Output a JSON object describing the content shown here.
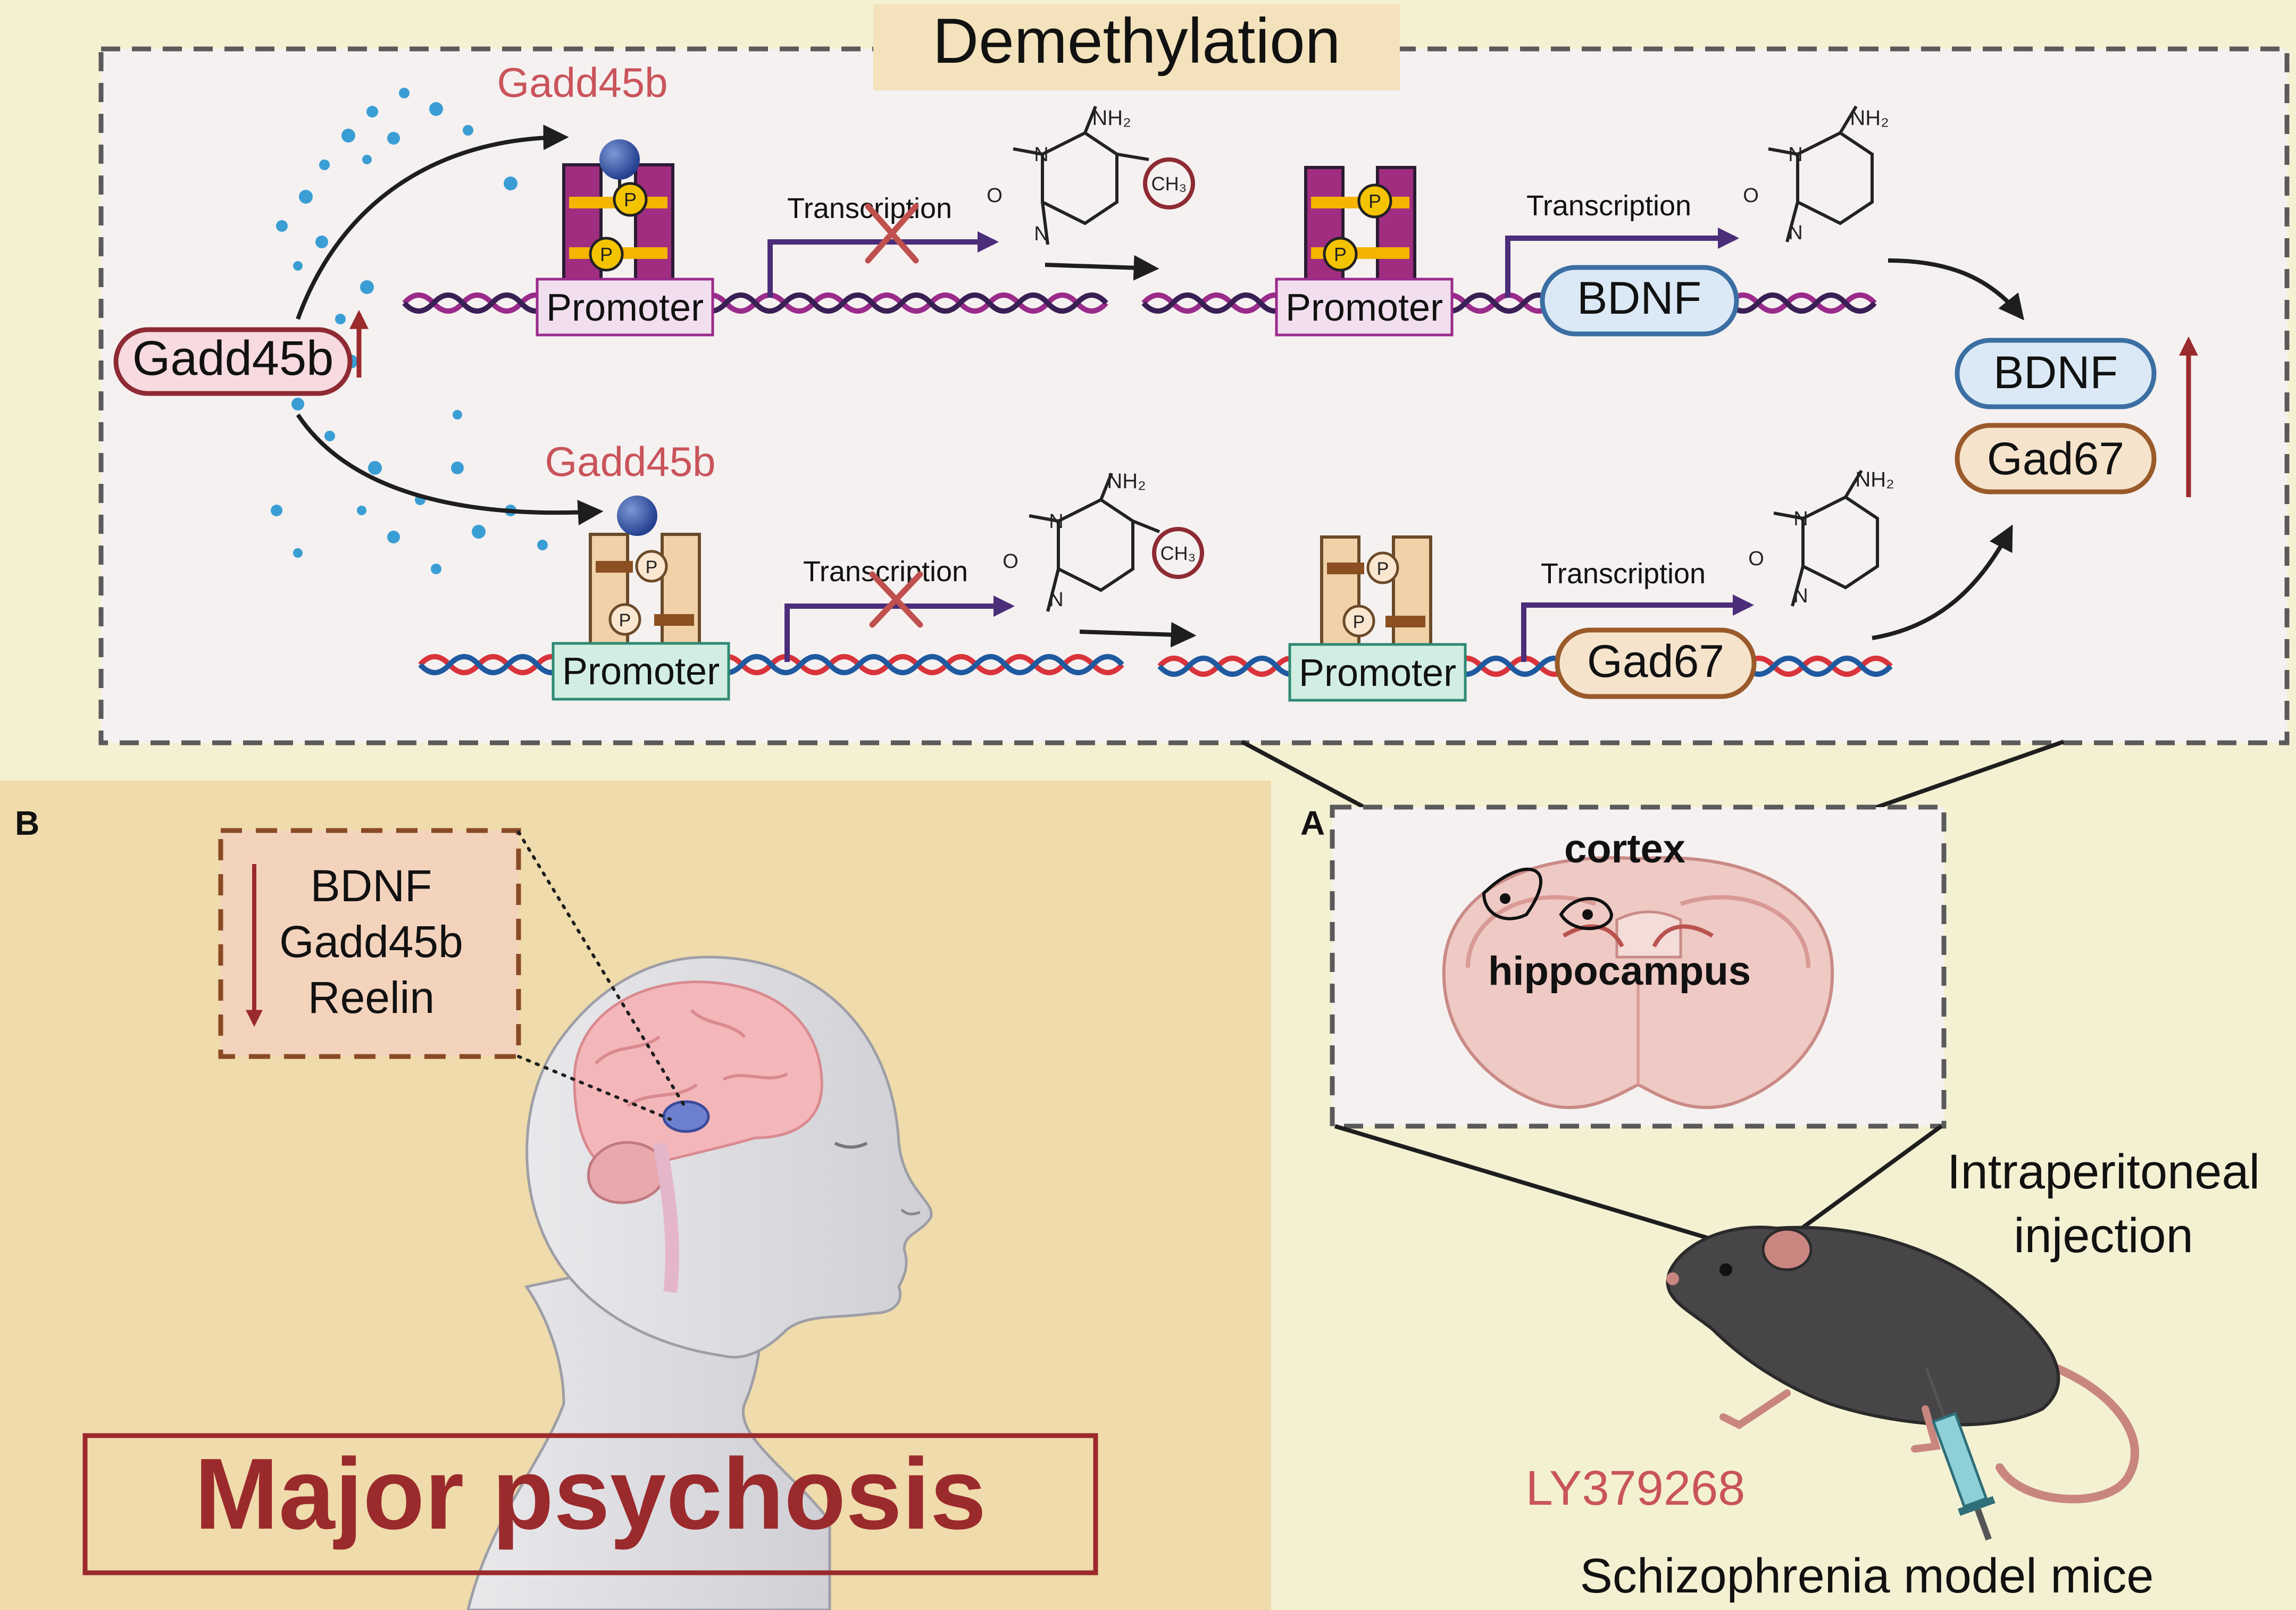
{
  "colors": {
    "page_bg": "#f4f1d3",
    "panel_b_bg": "#efdbab",
    "top_box_bg": "#f5f1f1",
    "dark_red": "#9b2a2c",
    "accent_red": "#c9545a",
    "purple": "#4b2d7a",
    "bdnf_blue": "#3b6fa3",
    "gad_brown": "#9a5a2a"
  },
  "top": {
    "title": "Demethylation",
    "gadd45b_center": "Gadd45b",
    "gadd45b_label_top": "Gadd45b",
    "gadd45b_label_bottom": "Gadd45b",
    "row1": {
      "promoter_left": "Promoter",
      "promoter_right": "Promoter",
      "transcription_left": "Transcription",
      "transcription_right": "Transcription",
      "gene": "BDNF"
    },
    "row2": {
      "promoter_left": "Promoter",
      "promoter_right": "Promoter",
      "transcription_left": "Transcription",
      "transcription_right": "Transcription",
      "gene": "Gad67"
    },
    "chem": {
      "nh2": "NH₂",
      "n": "N",
      "o": "O",
      "ch3": "CH₃",
      "p": "P"
    },
    "result_bdnf": "BDNF",
    "result_gad67": "Gad67",
    "icons": [
      "upregulation-arrow-icon",
      "inhibition-x-icon",
      "phosphate-icon",
      "methyl-group-icon"
    ]
  },
  "panel_a": {
    "letter": "A",
    "cortex": "cortex",
    "hippocampus": "hippocampus",
    "injection_line1": "Intraperitoneal",
    "injection_line2": "injection",
    "drug": "LY379268",
    "caption": "Schizophrenia model mice",
    "icons": [
      "mouse-icon",
      "syringe-icon",
      "brain-slice-icon"
    ]
  },
  "panel_b": {
    "letter": "B",
    "genes": [
      "BDNF",
      "Gadd45b",
      "Reelin"
    ],
    "title": "Major psychosis",
    "icons": [
      "human-head-icon",
      "downregulation-arrow-icon"
    ]
  }
}
